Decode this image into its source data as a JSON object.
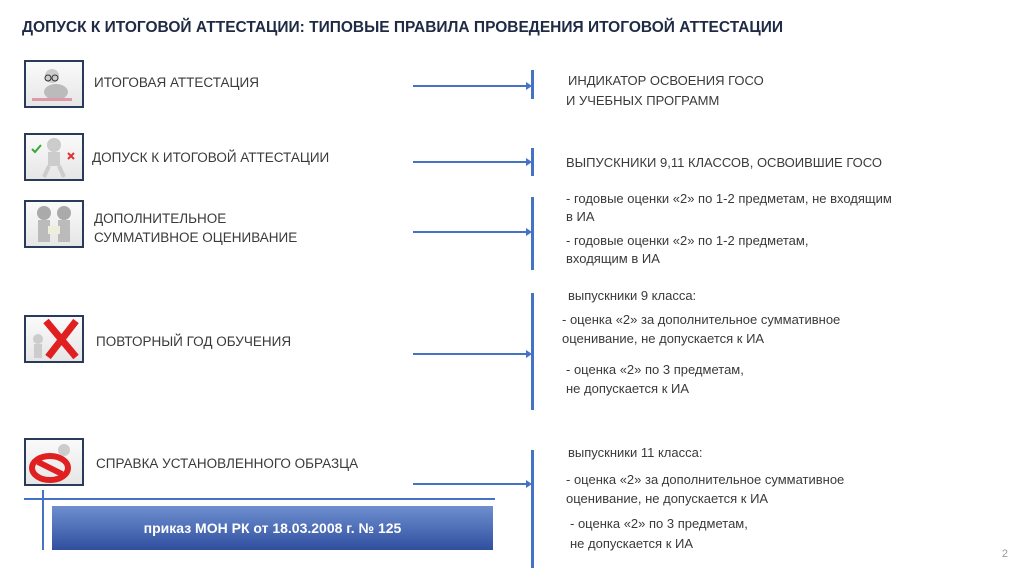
{
  "title": "ДОПУСК К ИТОГОВОЙ АТТЕСТАЦИИ: ТИПОВЫЕ ПРАВИЛА ПРОВЕДЕНИЯ ИТОГОВОЙ АТТЕСТАЦИИ",
  "rows": [
    {
      "icon": "reading-person-icon",
      "label": "ИТОГОВАЯ АТТЕСТАЦИЯ",
      "right": [
        "ИНДИКАТОР ОСВОЕНИЯ ГОСО",
        "И УЧЕБНЫХ ПРОГРАММ"
      ]
    },
    {
      "icon": "check-cross-person-icon",
      "label": "ДОПУСК К ИТОГОВОЙ АТТЕСТАЦИИ",
      "right": [
        "ВЫПУСКНИКИ 9,11 КЛАССОВ, ОСВОИВШИЕ ГОСО"
      ]
    },
    {
      "icon": "two-persons-icon",
      "label": [
        "ДОПОЛНИТЕЛЬНОЕ",
        "СУММАТИВНОЕ ОЦЕНИВАНИЕ"
      ],
      "right": [
        "- годовые оценки «2» по 1-2 предметам, не входящим",
        "в ИА",
        "- годовые оценки «2» по 1-2 предметам,",
        "входящим в ИА"
      ]
    },
    {
      "icon": "red-x-person-icon",
      "label": "ПОВТОРНЫЙ ГОД ОБУЧЕНИЯ",
      "right": [
        "выпускники 9 класса:",
        "- оценка «2» за дополнительное суммативное",
        "оценивание, не допускается к ИА",
        "- оценка «2» по 3 предметам,",
        "не допускается к ИА"
      ]
    },
    {
      "icon": "prohibited-sign-icon",
      "label": "СПРАВКА УСТАНОВЛЕННОГО ОБРАЗЦА",
      "right": [
        "выпускники 11 класса:",
        "- оценка «2» за дополнительное суммативное",
        "оценивание, не допускается к ИА",
        "- оценка «2» по 3 предметам,",
        "не допускается к ИА"
      ]
    }
  ],
  "order": "приказ МОН РК от 18.03.2008 г. № 125",
  "page_number": "2",
  "colors": {
    "accent": "#4472c4",
    "title": "#1f2a44"
  }
}
